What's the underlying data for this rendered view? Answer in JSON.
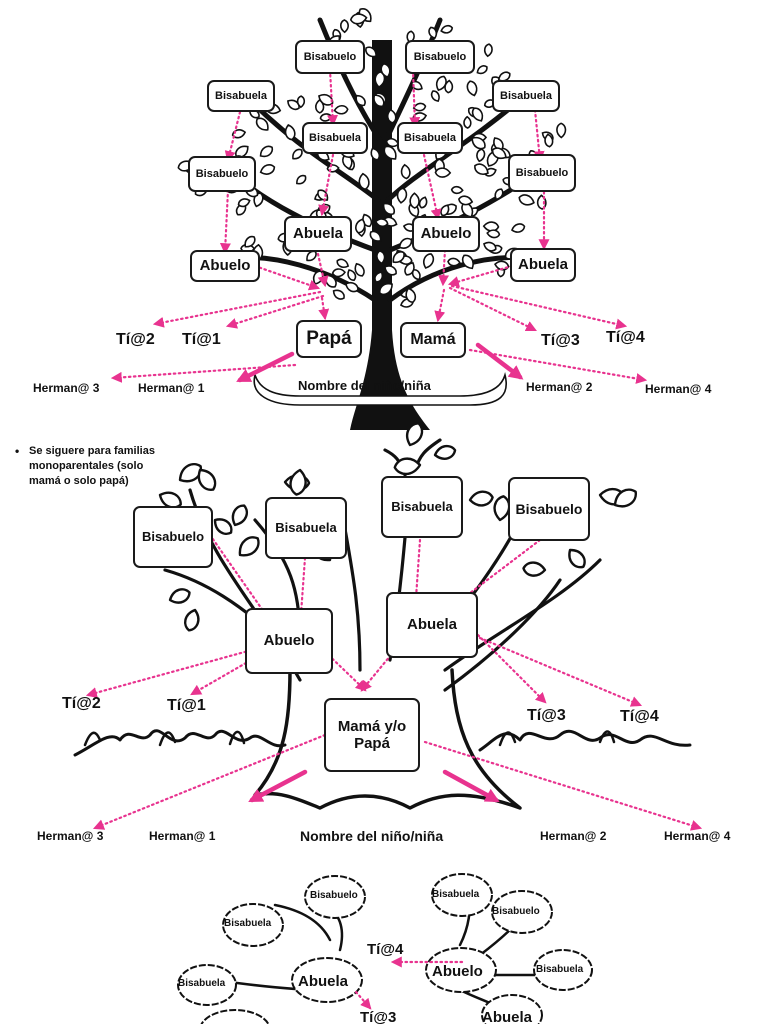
{
  "tree1": {
    "bisabuelo_left": "Bisabuelo",
    "bisabuelo_right": "Bisabuelo",
    "bisabuela_far_left": "Bisabuela",
    "bisabuela_far_right": "Bisabuela",
    "bisabuela_mid_left": "Bisabuela",
    "bisabuela_mid_right": "Bisabuela",
    "bisabuelo_low_left": "Bisabuelo",
    "bisabuelo_low_right": "Bisabuelo",
    "abuela_left": "Abuela",
    "abuelo_right": "Abuelo",
    "abuelo_left": "Abuelo",
    "abuela_right": "Abuela",
    "papa": "Papá",
    "mama": "Mamá",
    "tio2": "Tí@2",
    "tio1": "Tí@1",
    "tio3": "Tí@3",
    "tio4": "Tí@4",
    "hermano3": "Herman@ 3",
    "hermano1": "Herman@ 1",
    "nombre": "Nombre del niño/niña",
    "hermano2": "Herman@ 2",
    "hermano4": "Herman@ 4"
  },
  "note": "Se siguere para familias monoparentales (solo mamá o solo papá)",
  "tree2": {
    "bisabuelo_1": "Bisabuelo",
    "bisabuela_1": "Bisabuela",
    "bisabuela_2": "Bisabuela",
    "bisabuelo_2": "Bisabuelo",
    "abuelo": "Abuelo",
    "abuela": "Abuela",
    "parent": "Mamá y/o Papá",
    "tio2": "Tí@2",
    "tio1": "Tí@1",
    "tio3": "Tí@3",
    "tio4": "Tí@4",
    "hermano3": "Herman@ 3",
    "hermano1": "Herman@ 1",
    "nombre": "Nombre del niño/niña",
    "hermano2": "Herman@ 2",
    "hermano4": "Herman@ 4"
  },
  "tree3": {
    "bisabuelo_a": "Bisabuelo",
    "bisabuela_a": "Bisabuela",
    "bisabuela_b": "Bisabuela",
    "bisabuelo_b": "Bisabuelo",
    "bisabuela_c": "Bisabuela",
    "bisabuela_d": "Bisabuela",
    "tio4": "Tí@4",
    "abuela": "Abuela",
    "abuelo": "Abuelo",
    "tio3": "Tí@3",
    "abuela_bottom": "Abuela"
  },
  "colors": {
    "accent": "#e8338f",
    "ink": "#111111"
  }
}
